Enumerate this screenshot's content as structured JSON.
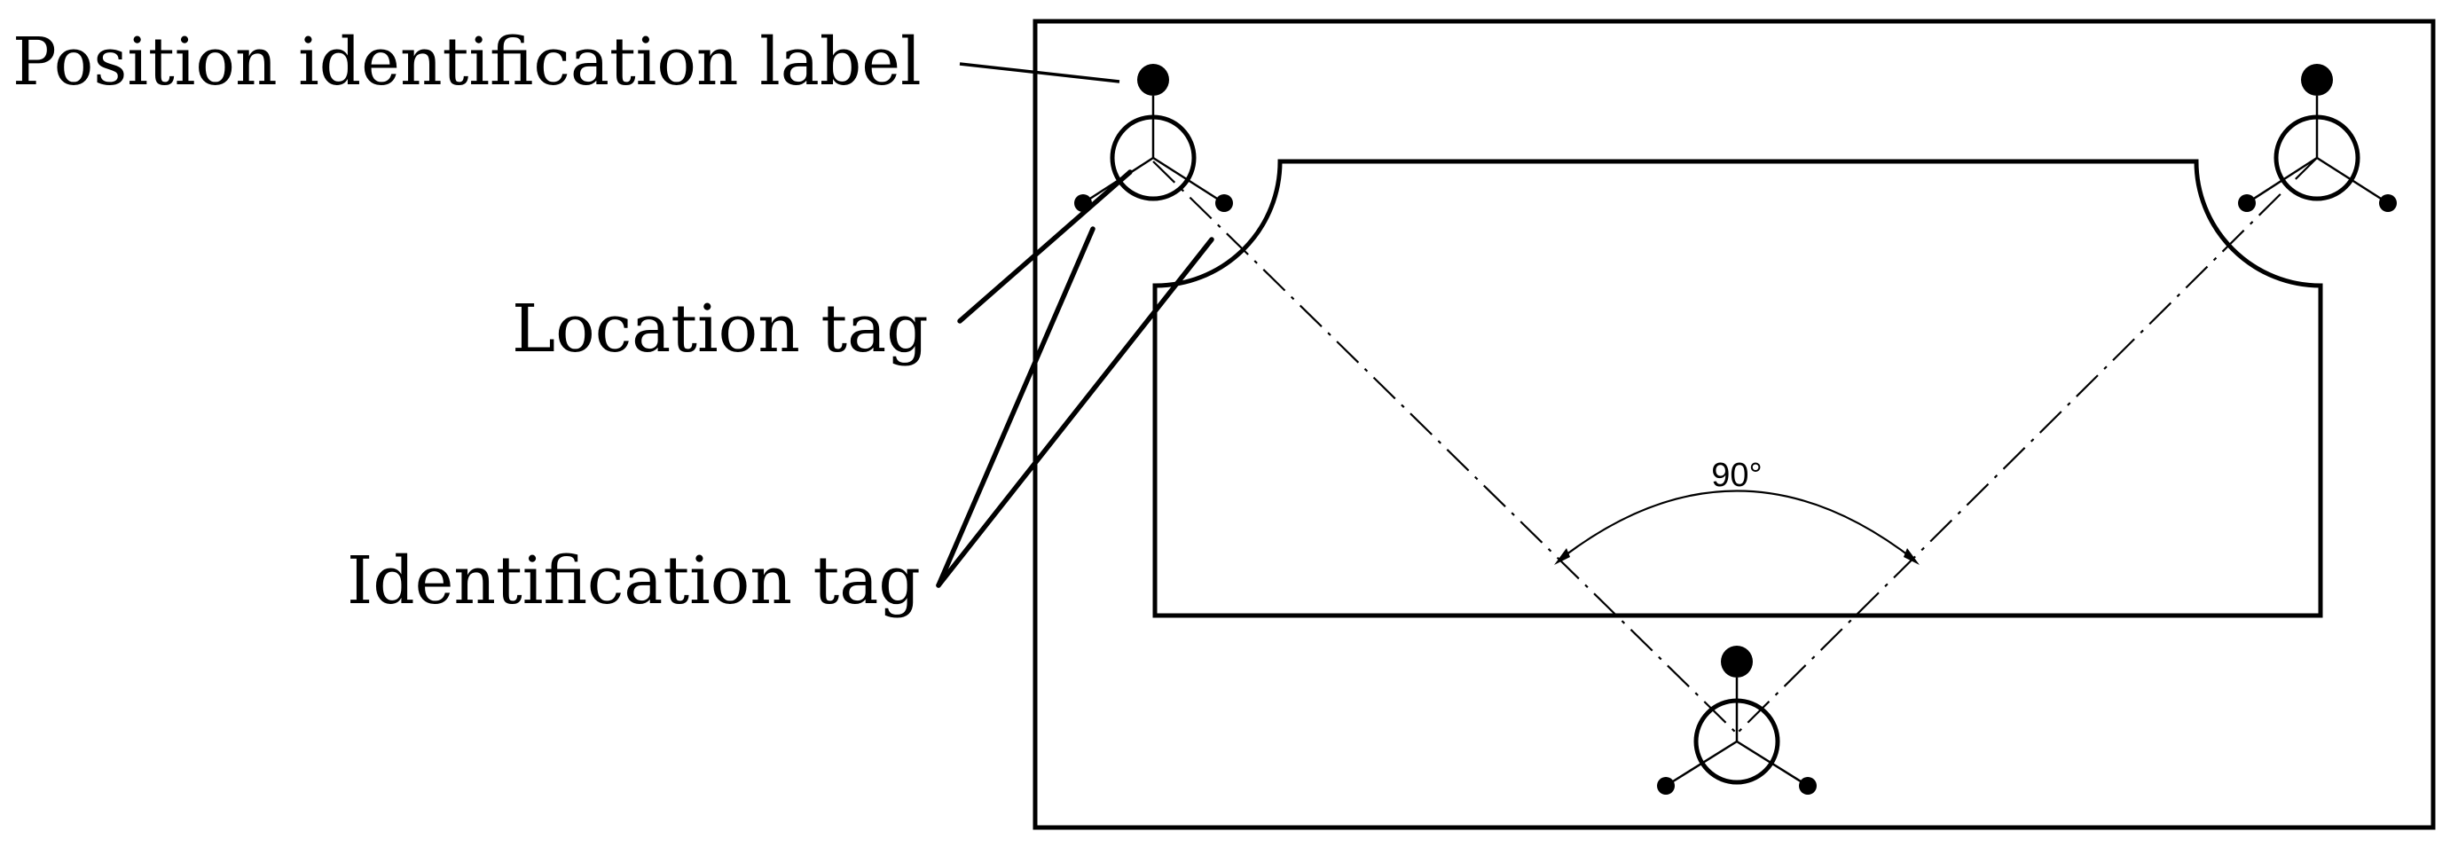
{
  "labels": {
    "position_identification": "Position identification label",
    "location_tag": "Location tag",
    "identification_tag": "Identification tag"
  },
  "angle": {
    "value_label": "90°"
  },
  "colors": {
    "stroke": "#000000",
    "background": "#ffffff"
  }
}
